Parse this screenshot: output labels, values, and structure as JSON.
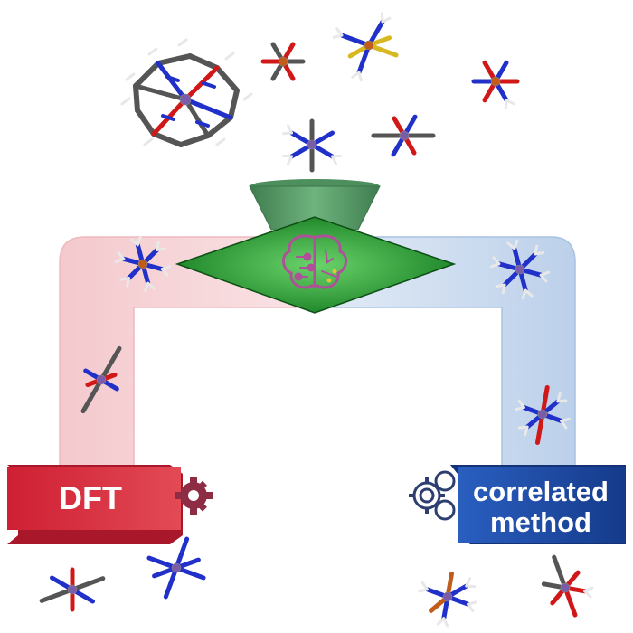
{
  "labels": {
    "dft": "DFT",
    "correlated_line1": "correlated",
    "correlated_line2": "method"
  },
  "colors": {
    "dft_pipe": "#f6d4d6",
    "dft_pipe_edge": "#eeb5ba",
    "correlated_pipe": "#c9d9ee",
    "correlated_pipe_edge": "#a8c1e2",
    "dft_label_bg": "#d42b3a",
    "correlated_label_bg": "#1f4da3",
    "funnel": "#5aa06a",
    "diamond": "#1e9a2a",
    "brain": "#b04f9a",
    "gear_dft": "#8e2c45",
    "gear_correlated": "#2d3f70",
    "metal": "#7a5ca8",
    "iron": "#c25c1a",
    "nitrogen": "#2030c8",
    "oxygen": "#d01818",
    "carbon": "#555555",
    "hydrogen": "#e8e8e8",
    "sulfur": "#d8b820"
  },
  "icons": [
    "brain-icon",
    "gear-icon",
    "funnel-icon",
    "molecule-icon"
  ]
}
